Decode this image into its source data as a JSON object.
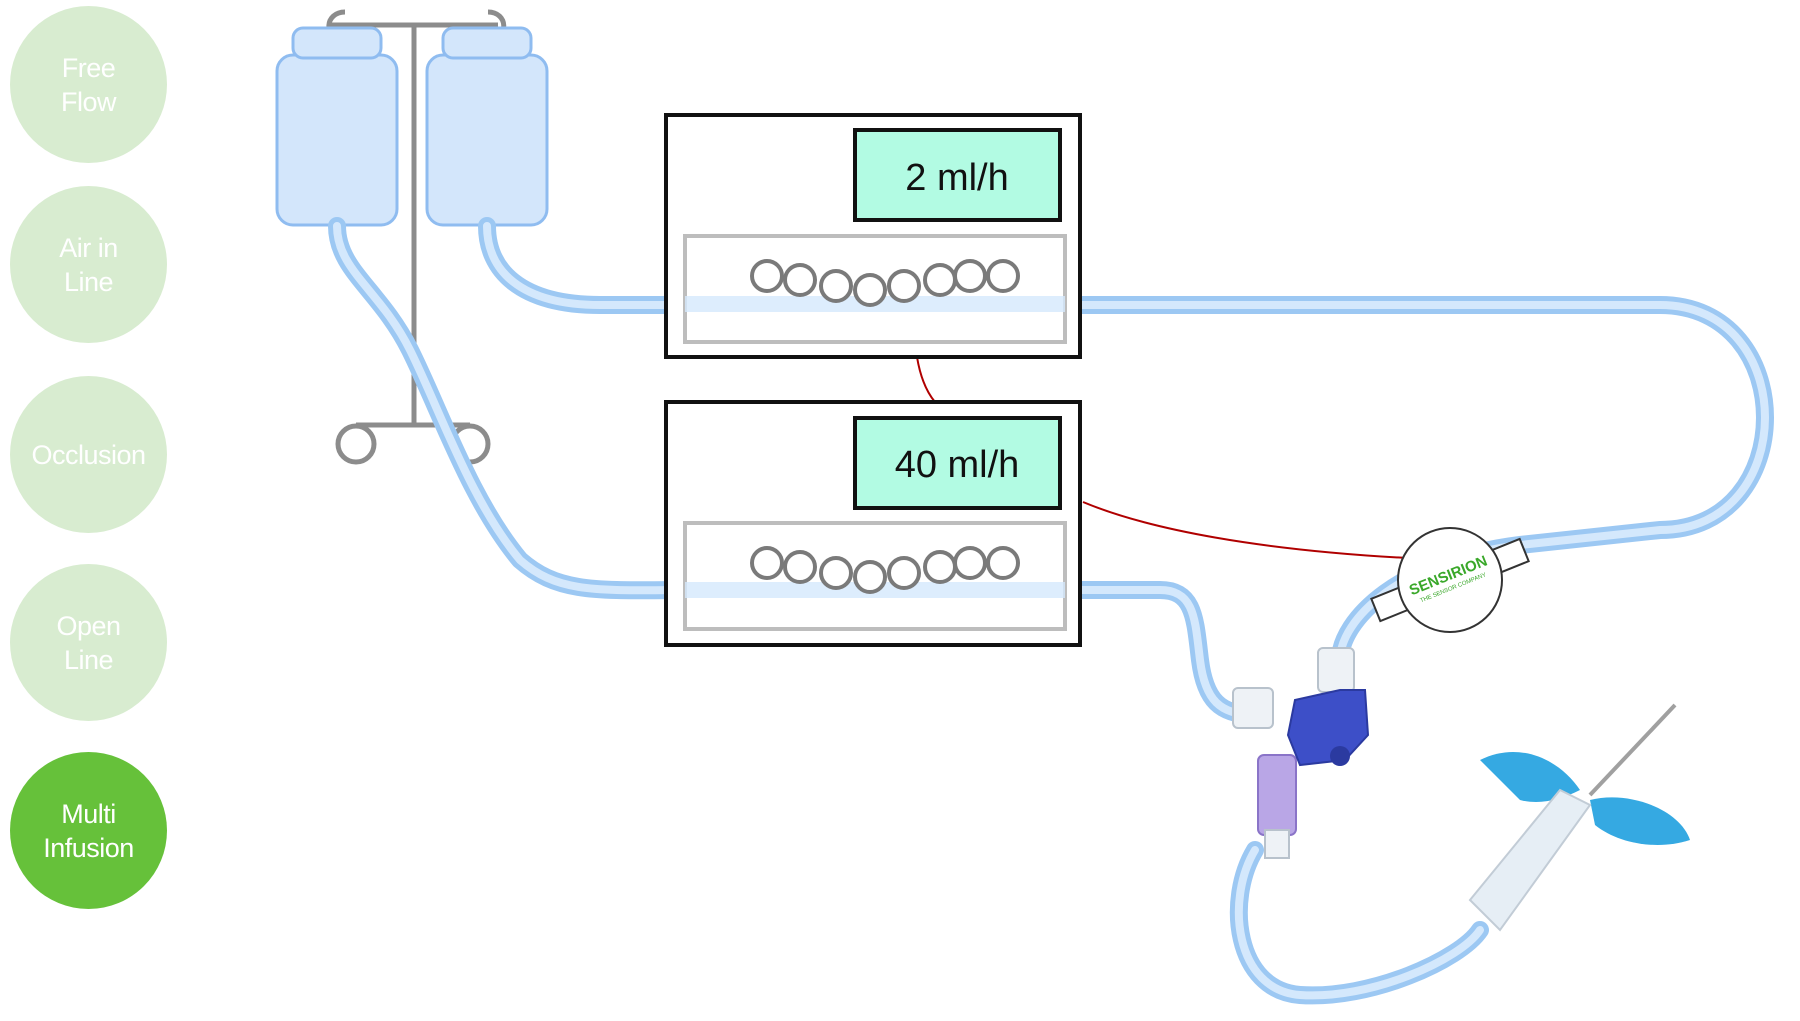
{
  "nav": {
    "items": [
      {
        "label": "Free\nFlow",
        "active": false
      },
      {
        "label": "Air in\nLine",
        "active": false
      },
      {
        "label": "Occlusion",
        "active": false
      },
      {
        "label": "Open\nLine",
        "active": false
      },
      {
        "label": "Multi\nInfusion",
        "active": true
      }
    ]
  },
  "pumps": {
    "top_rate": "2 ml/h",
    "bottom_rate": "40 ml/h"
  },
  "sensor": {
    "brand": "SENSIRION",
    "tagline": "THE SENSOR COMPANY"
  },
  "colors": {
    "active_green": "#66c13a",
    "inactive_green": "#d8ecd0",
    "display_bg": "#b2fbe3",
    "tube_blue": "#a9d0f5",
    "bag_blue": "#d3e6fb",
    "signal_red": "#b00000",
    "stopcock_blue": "#3d4fc8",
    "needle_wing_blue": "#2aa4e0"
  }
}
